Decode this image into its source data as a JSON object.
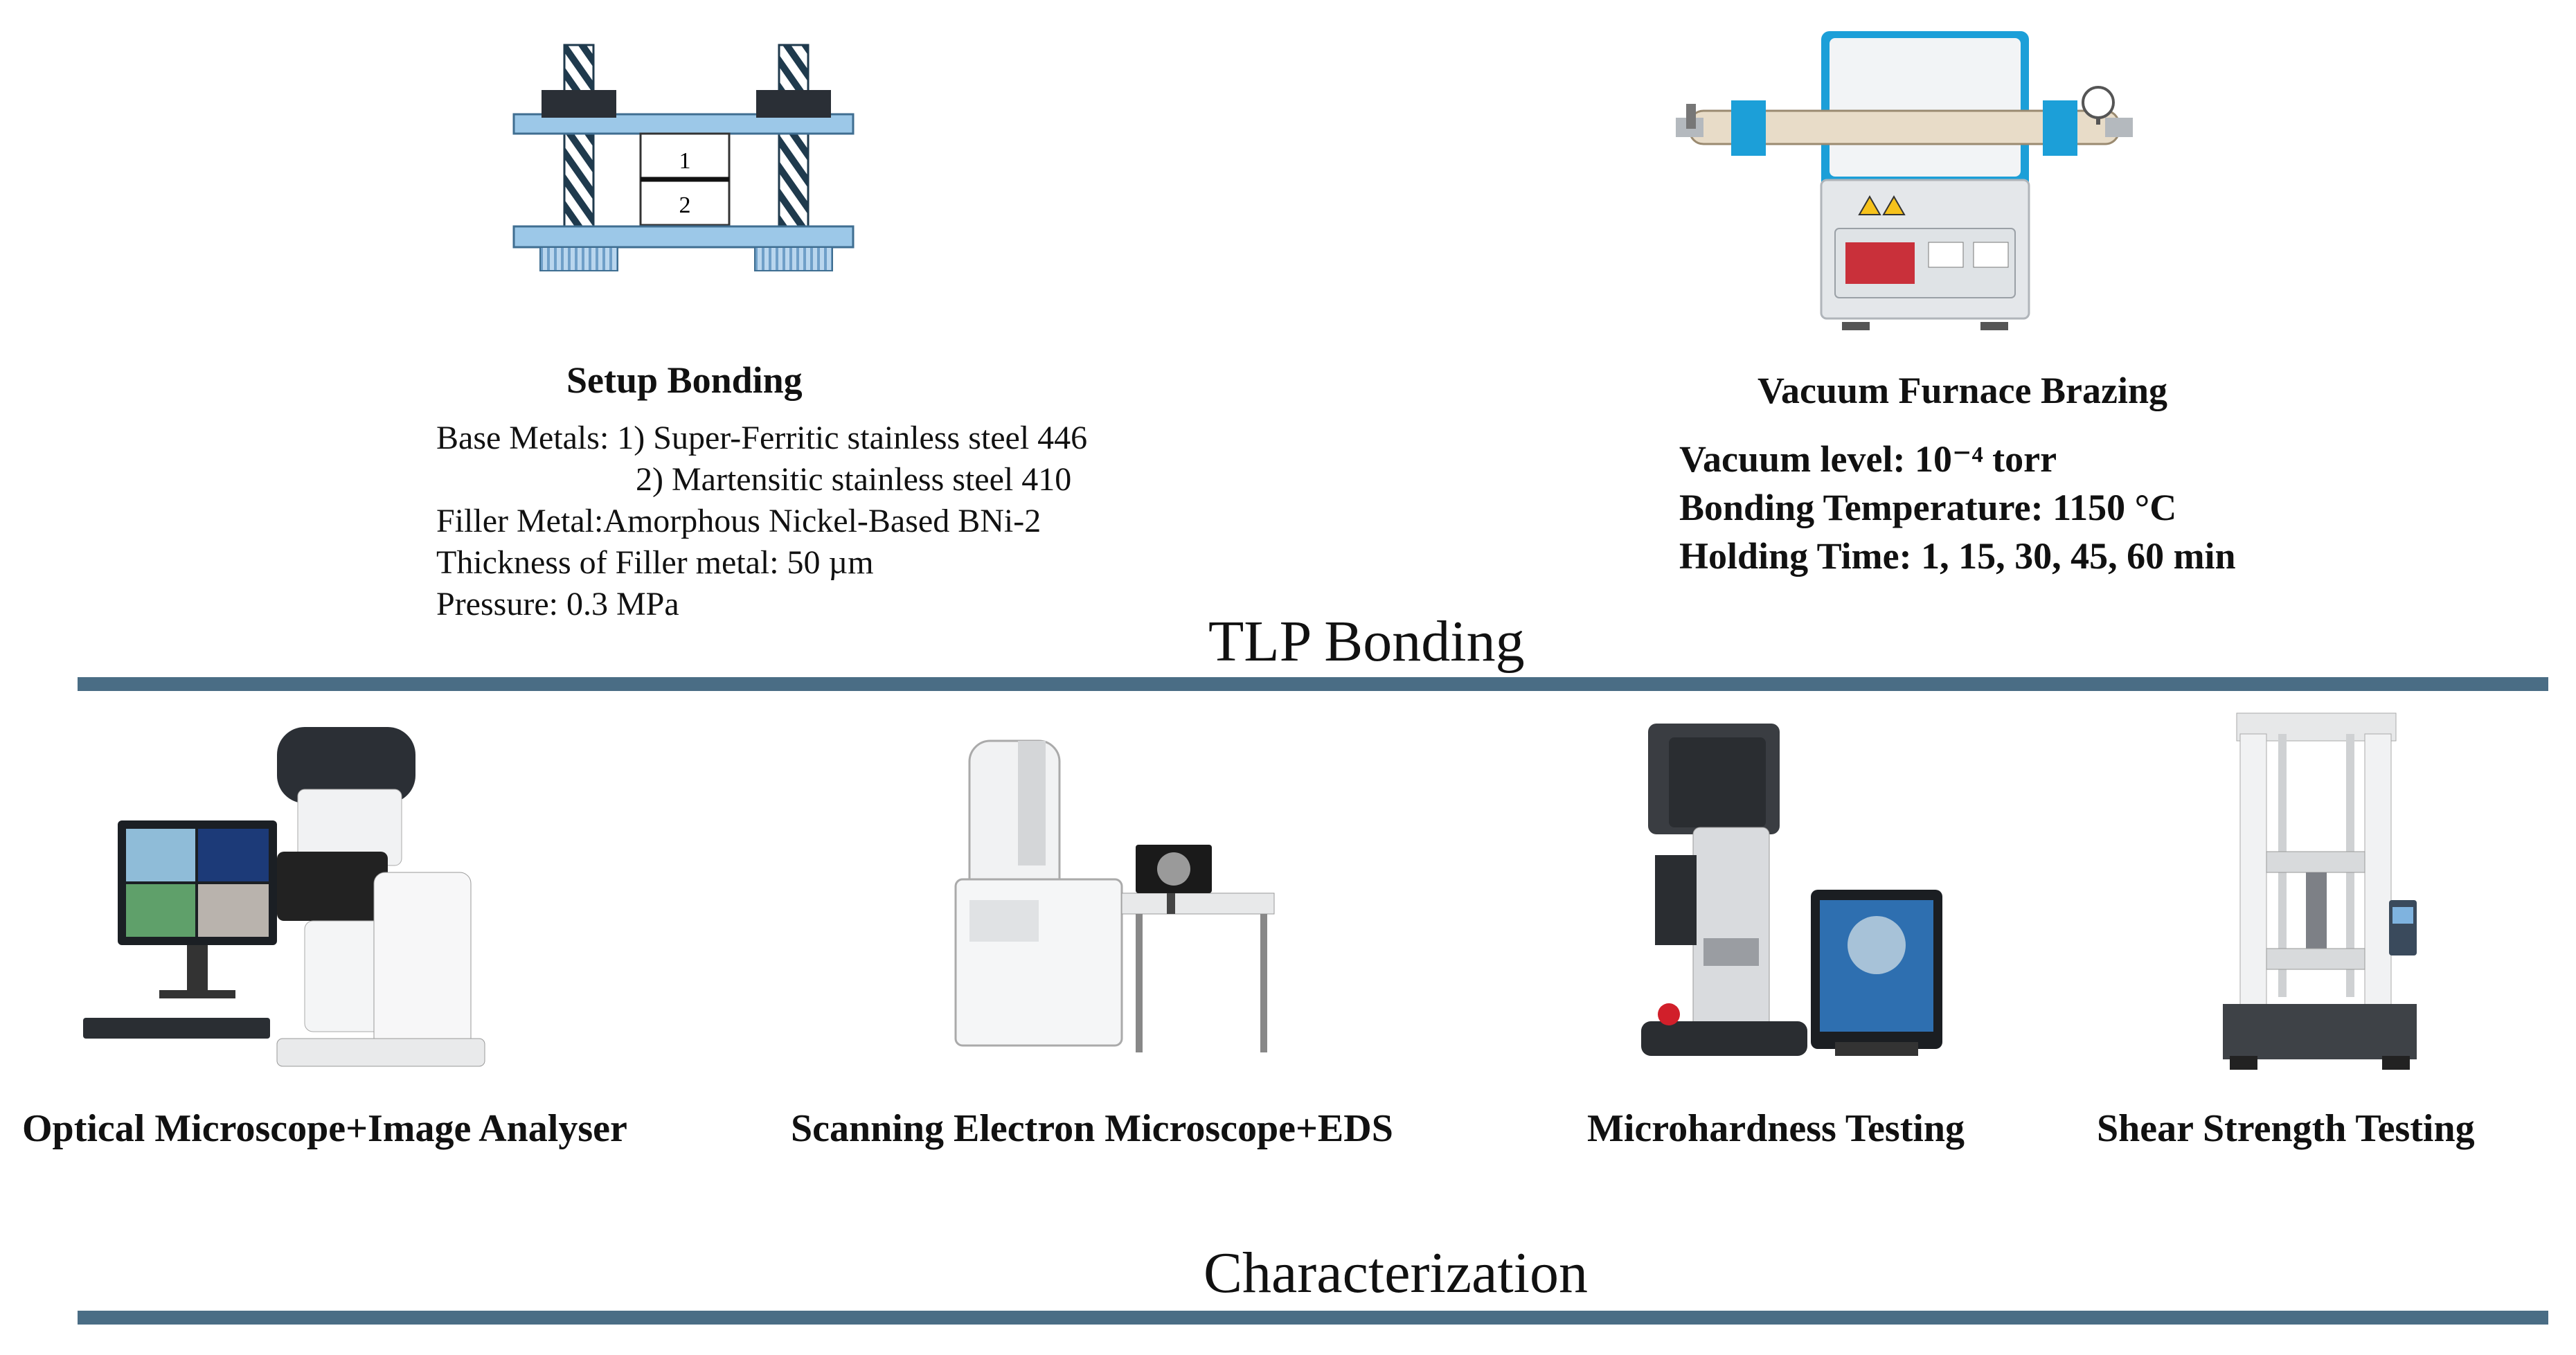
{
  "setup": {
    "title": "Setup Bonding",
    "label_top": "1",
    "label_bottom": "2",
    "base_metals_1": "Base Metals: 1) Super-Ferritic stainless steel 446",
    "base_metals_2": "2) Martensitic stainless steel 410",
    "filler_metal": "Filler Metal:Amorphous Nickel-Based BNi-2",
    "thickness": "Thickness of Filler metal: 50 µm",
    "pressure": "Pressure: 0.3 MPa"
  },
  "furnace": {
    "title": "Vacuum Furnace Brazing",
    "vacuum_level": "Vacuum level: 10⁻⁴ torr",
    "bonding_temperature": "Bonding Temperature: 1150 °C",
    "holding_time": "Holding Time: 1, 15, 30, 45, 60 min"
  },
  "sections": {
    "tlp": "TLP Bonding",
    "characterization": "Characterization"
  },
  "instruments": [
    {
      "label": "Optical Microscope+Image Analyser",
      "icon": "optical-microscope-icon"
    },
    {
      "label": "Scanning Electron Microscope+EDS",
      "icon": "sem-icon"
    },
    {
      "label": "Microhardness Testing",
      "icon": "microhardness-tester-icon"
    },
    {
      "label": "Shear Strength Testing",
      "icon": "tensile-tester-icon"
    }
  ],
  "colors": {
    "divider": "#4a6d85",
    "fixture_blue": "#9cc8e8",
    "clamp_dark": "#2a2f36"
  }
}
